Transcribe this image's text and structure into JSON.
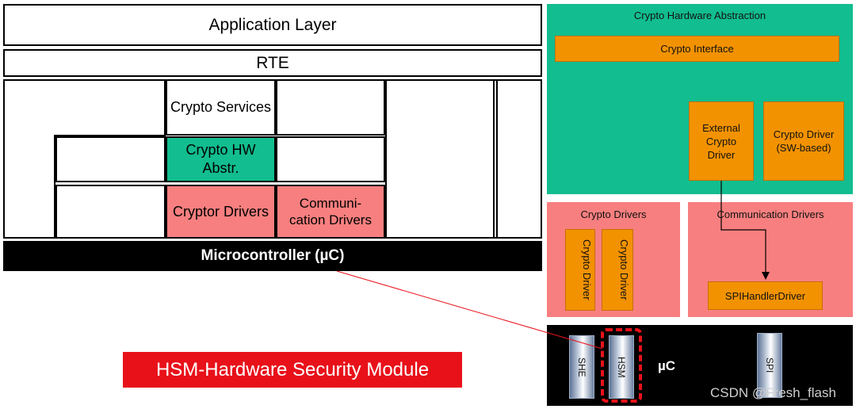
{
  "layers": {
    "application": "Application Layer",
    "rte": "RTE",
    "crypto_services": "Crypto Services",
    "crypto_hw_abstr": "Crypto HW Abstr.",
    "cryptor_drivers": "Cryptor Drivers",
    "communication_drivers": "Communi-cation Drivers",
    "microcontroller": "Microcontroller (µC)"
  },
  "hsm_label": "HSM-Hardware Security Module",
  "detail": {
    "crypto_hw_abstraction_title": "Crypto Hardware Abstraction",
    "crypto_interface": "Crypto Interface",
    "external_crypto_driver": "External Crypto Driver",
    "crypto_driver_sw": "Crypto Driver (SW-based)",
    "crypto_drivers_title": "Crypto Drivers",
    "crypto_driver_1": "Crypto Driver",
    "crypto_driver_2": "Crypto Driver",
    "communication_drivers_title": "Communication Drivers",
    "spi_handler_driver": "SPIHandlerDriver",
    "she": "SHE",
    "hsm": "HSM",
    "uc": "µC",
    "spi": "SPI"
  },
  "watermark": "CSDN @Fresh_flash",
  "colors": {
    "green": "#12bd8f",
    "red": "#f87f7f",
    "orange": "#f39200",
    "hsm_red": "#e8111a",
    "black": "#000000"
  }
}
